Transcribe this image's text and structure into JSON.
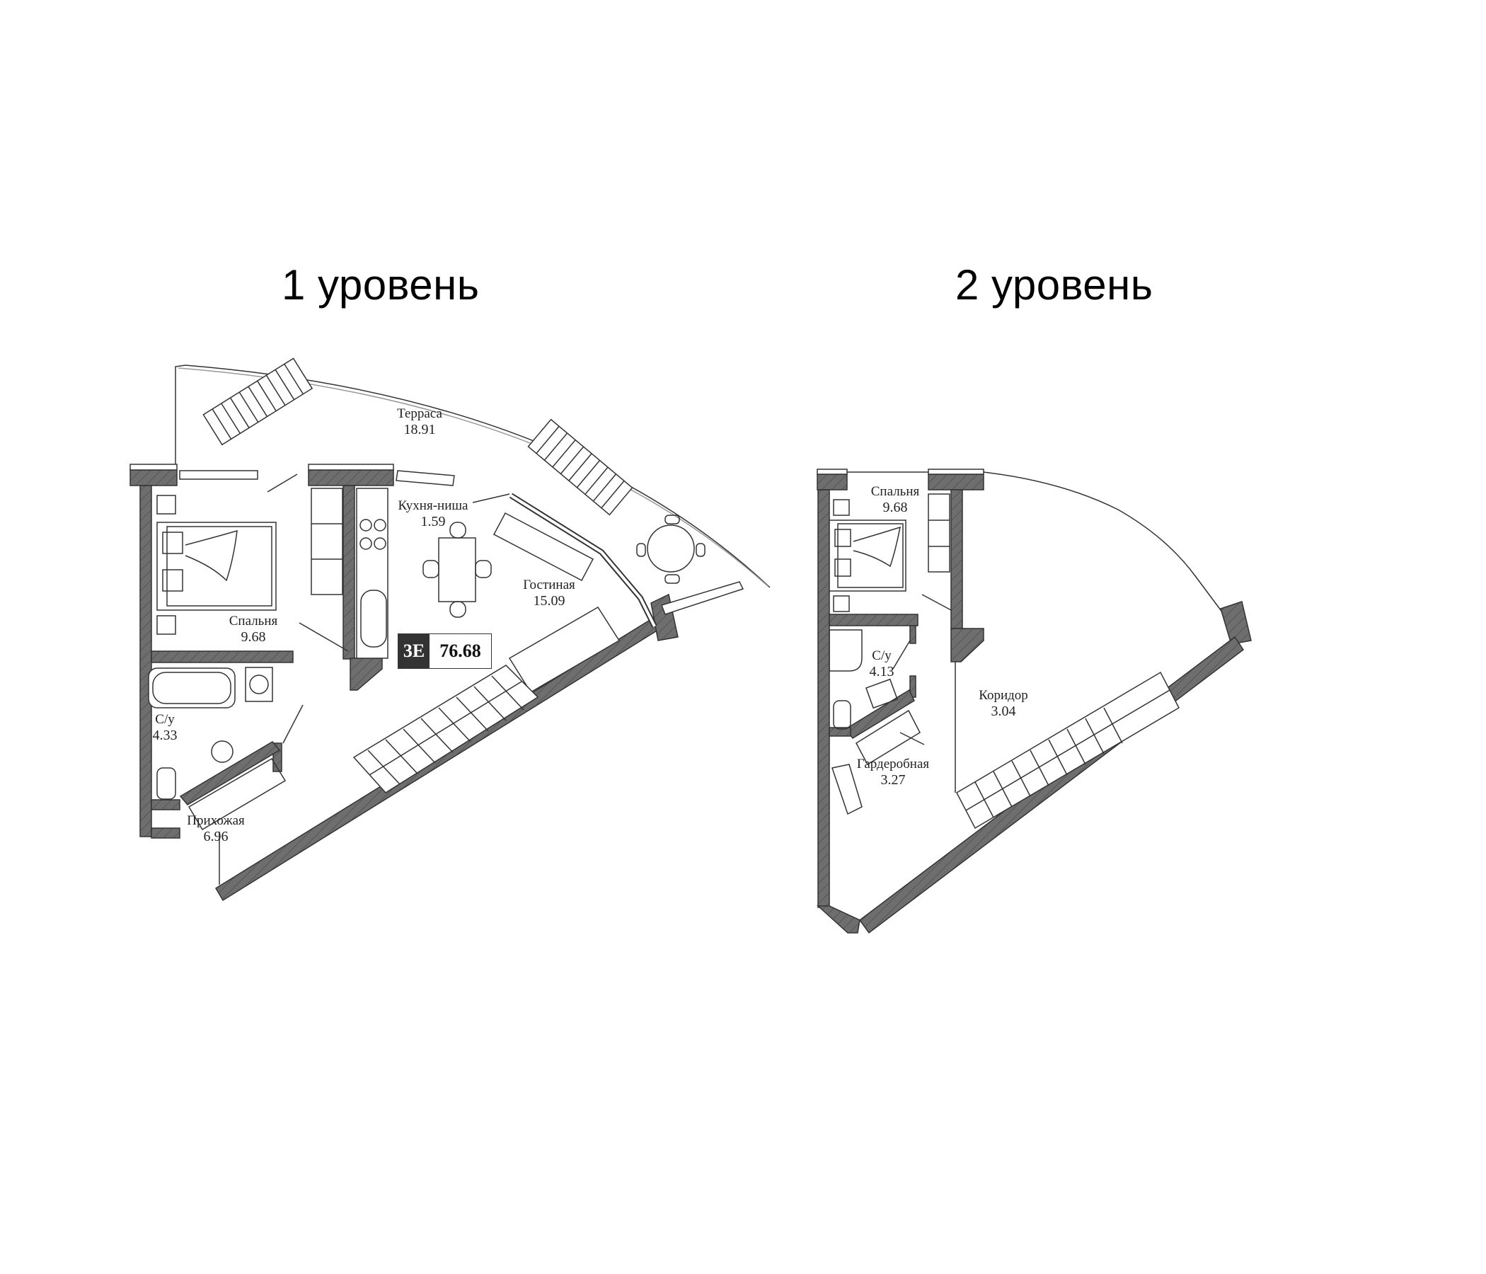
{
  "levels": [
    {
      "title": "1 уровень",
      "rooms": [
        {
          "name": "Терраса",
          "area": "18.91"
        },
        {
          "name": "Кухня-ниша",
          "area": "1.59"
        },
        {
          "name": "Гостиная",
          "area": "15.09"
        },
        {
          "name": "Спальня",
          "area": "9.68"
        },
        {
          "name": "С/у",
          "area": "4.33"
        },
        {
          "name": "Прихожая",
          "area": "6.96"
        }
      ],
      "badge": {
        "code": "3E",
        "total_area": "76.68"
      }
    },
    {
      "title": "2 уровень",
      "rooms": [
        {
          "name": "Спальня",
          "area": "9.68"
        },
        {
          "name": "С/у",
          "area": "4.13"
        },
        {
          "name": "Коридор",
          "area": "3.04"
        },
        {
          "name": "Гардеробная",
          "area": "3.27"
        }
      ]
    }
  ],
  "colors": {
    "wall": "#6e6e6e",
    "line": "#333333",
    "badge_dark": "#333333"
  }
}
